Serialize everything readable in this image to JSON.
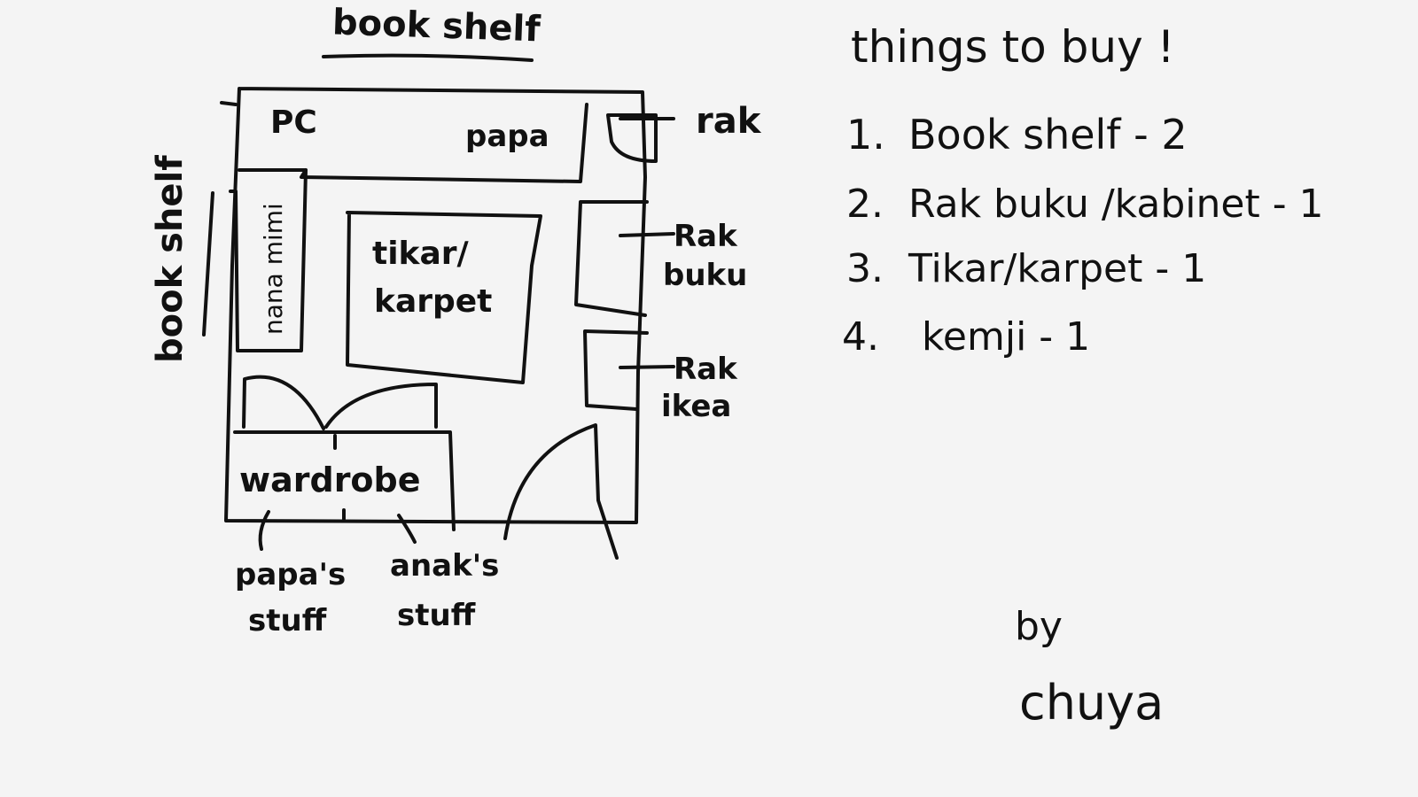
{
  "floorplan": {
    "top_label": "book shelf",
    "left_label": "book shelf",
    "rak_label": "rak",
    "pc_label": "PC",
    "papa_label": "papa",
    "nana_label": "nana mimi",
    "rug_label_line1": "tikar/",
    "rug_label_line2": "karpet",
    "rak_buku_line1": "Rak",
    "rak_buku_line2": "buku",
    "rak_ikea_line1": "Rak",
    "rak_ikea_line2": "ikea",
    "wardrobe_label": "wardrobe",
    "papa_stuff_line1": "papa's",
    "papa_stuff_line2": "stuff",
    "anak_stuff_line1": "anak's",
    "anak_stuff_line2": "stuff"
  },
  "shopping_list": {
    "title": "things to buy !",
    "items": [
      {
        "number": "1.",
        "text": "Book shelf - 2"
      },
      {
        "number": "2.",
        "text": "Rak buku /kabinet - 1"
      },
      {
        "number": "3.",
        "text": "Tikar/karpet - 1"
      },
      {
        "number": "4.",
        "text": "kemji  - 1"
      }
    ]
  },
  "signature": {
    "by": "by",
    "name": "chuya"
  },
  "colors": {
    "background": "#f4f4f4",
    "ink": "#111111"
  }
}
